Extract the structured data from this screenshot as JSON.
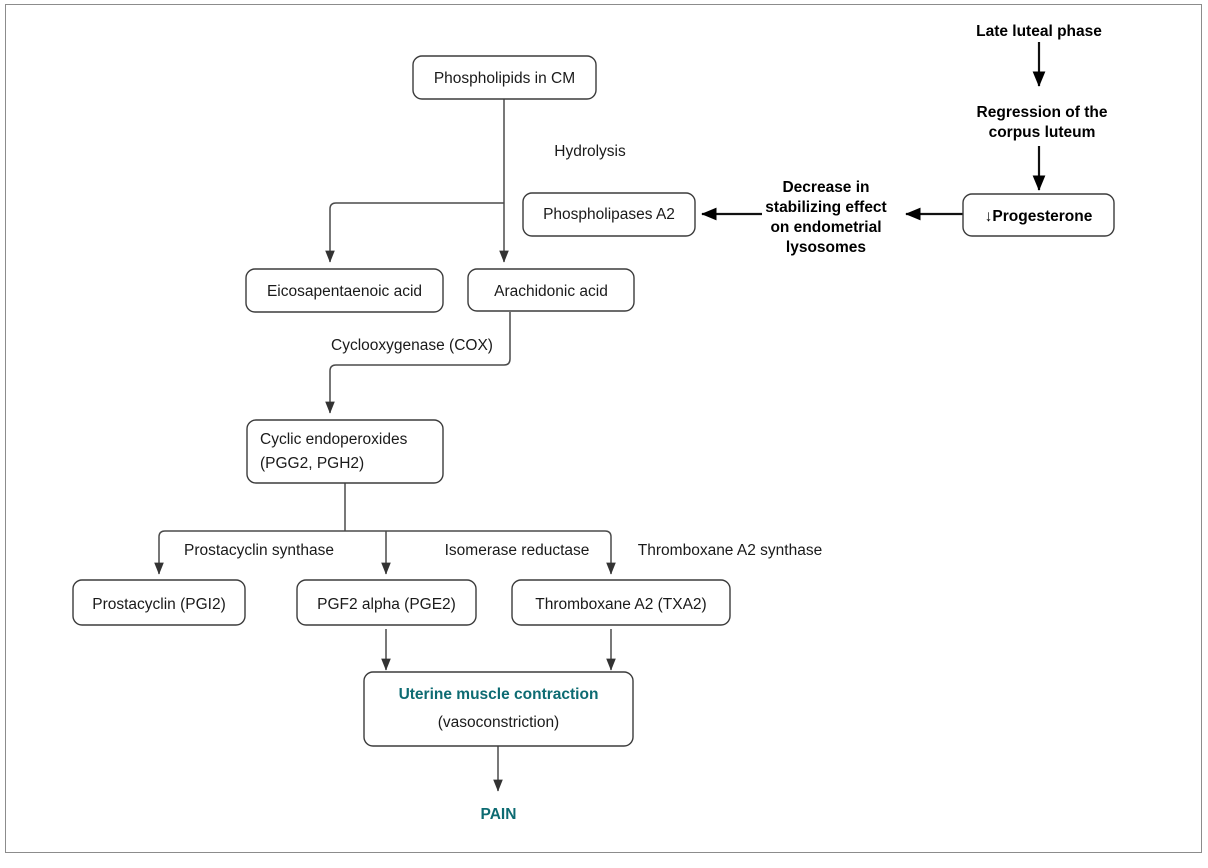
{
  "diagram": {
    "title": "Dysmenorrhea prostaglandin pathway",
    "accent_color": "#0d6b72",
    "box_border_color": "#3c3c3c",
    "connector_color": "#4a4a4a",
    "frame_color": "#8c8c8c"
  },
  "nodes": {
    "phospholipids": {
      "label": "Phospholipids in CM"
    },
    "phospholipases": {
      "label": "Phospholipases A2"
    },
    "eicosapentaenoic": {
      "label": "Eicosapentaenoic acid"
    },
    "arachidonic": {
      "label": "Arachidonic acid"
    },
    "cyclic_endoperoxides": {
      "line1": "Cyclic endoperoxides",
      "line2": "(PGG2, PGH2)"
    },
    "prostacyclin": {
      "label": "Prostacyclin (PGI2)"
    },
    "pgf2alpha": {
      "label": "PGF2 alpha (PGE2)"
    },
    "thromboxane": {
      "label": "Thromboxane A2 (TXA2)"
    },
    "uterine": {
      "line1": "Uterine muscle contraction",
      "line2": "(vasoconstriction)"
    },
    "pain": {
      "label": "PAIN"
    },
    "progesterone": {
      "label": "↓Progesterone"
    }
  },
  "plain_nodes": {
    "late_luteal": {
      "label": "Late luteal phase"
    },
    "regression": {
      "line1": "Regression of the",
      "line2": "corpus luteum"
    },
    "decrease": {
      "line1": "Decrease in",
      "line2": "stabilizing effect",
      "line3": "on endometrial",
      "line4": "lysosomes"
    }
  },
  "edge_labels": {
    "hydrolysis": "Hydrolysis",
    "cox": "Cyclooxygenase (COX)",
    "prostacyclin_synthase": "Prostacyclin synthase",
    "isomerase_reductase": "Isomerase reductase",
    "thromboxane_synthase": "Thromboxane A2 synthase"
  }
}
